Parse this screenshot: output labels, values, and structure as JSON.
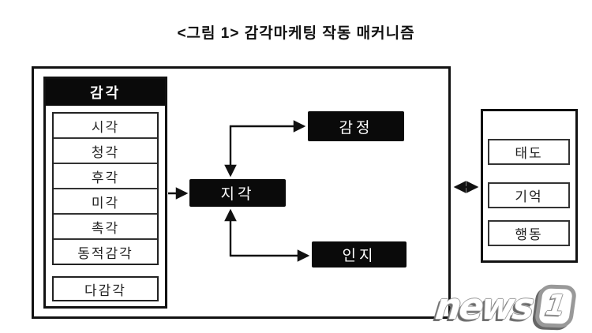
{
  "title": "<그림 1> 감각마케팅 작동 매커니즘",
  "diagram": {
    "senses": {
      "header": "감각",
      "items": [
        "시각",
        "청각",
        "후각",
        "미각",
        "촉각",
        "동적감각"
      ],
      "multisense": "다감각"
    },
    "perception": "지각",
    "emotion": "감정",
    "cognition": "인지",
    "outcomes": [
      "태도",
      "기억",
      "행동"
    ],
    "colors": {
      "filled_box": "#0a0a0a",
      "border": "#111111",
      "background": "#ffffff"
    }
  },
  "watermark": {
    "brand": "news",
    "number": "1"
  }
}
